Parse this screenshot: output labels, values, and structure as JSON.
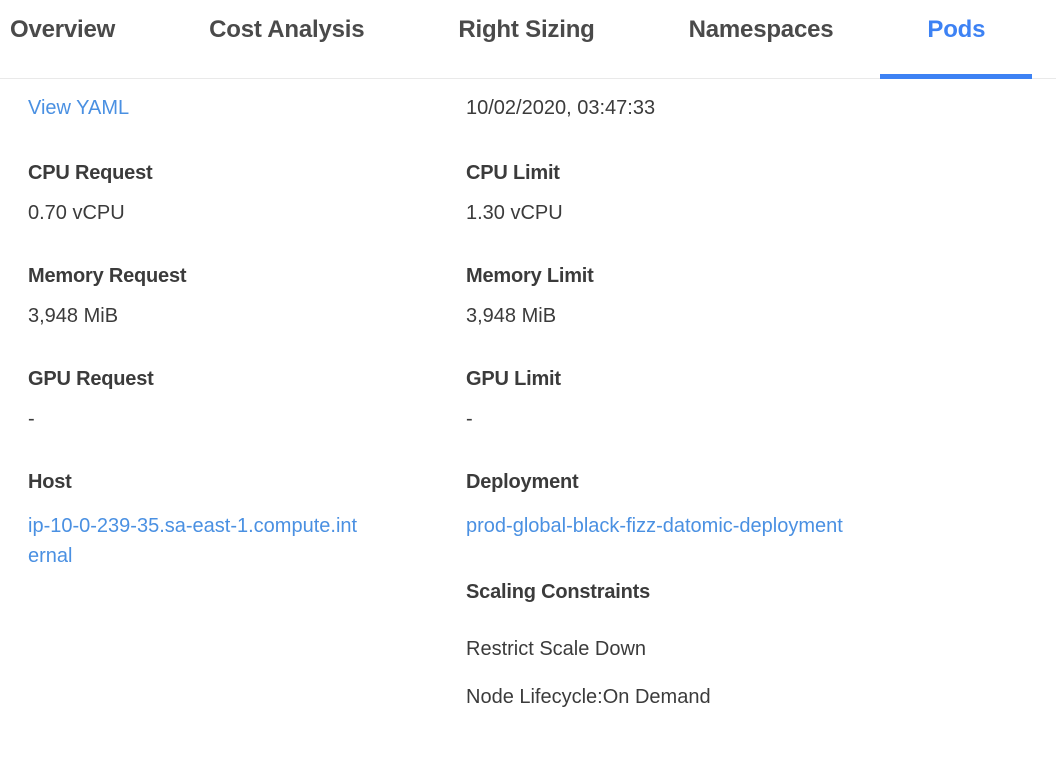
{
  "tabs": {
    "items": [
      {
        "label": "Overview",
        "active": false
      },
      {
        "label": "Cost Analysis",
        "active": false
      },
      {
        "label": "Right Sizing",
        "active": false
      },
      {
        "label": "Namespaces",
        "active": false
      },
      {
        "label": "Pods",
        "active": true
      }
    ]
  },
  "details": {
    "view_yaml": "View YAML",
    "timestamp": "10/02/2020, 03:47:33",
    "left": [
      {
        "label": "CPU Request",
        "value": "0.70 vCPU"
      },
      {
        "label": "Memory Request",
        "value": "3,948 MiB"
      },
      {
        "label": "GPU Request",
        "value": "-"
      },
      {
        "label": "Host",
        "value": "ip-10-0-239-35.sa-east-1.compute.internal"
      }
    ],
    "right": [
      {
        "label": "CPU Limit",
        "value": "1.30 vCPU"
      },
      {
        "label": "Memory Limit",
        "value": "3,948 MiB"
      },
      {
        "label": "GPU Limit",
        "value": "-"
      },
      {
        "label": "Deployment",
        "value": "prod-global-black-fizz-datomic-deployment"
      }
    ],
    "scaling_constraints": {
      "label": "Scaling Constraints",
      "items": [
        "Restrict Scale Down",
        "Node Lifecycle:On Demand"
      ]
    }
  },
  "colors": {
    "active_tab_blue": "#3d82f4",
    "link_blue": "#4a90e2",
    "text_dark": "#3b3b3b",
    "tab_text": "#4a4a4a",
    "tab_border": "#e9e9e9"
  }
}
